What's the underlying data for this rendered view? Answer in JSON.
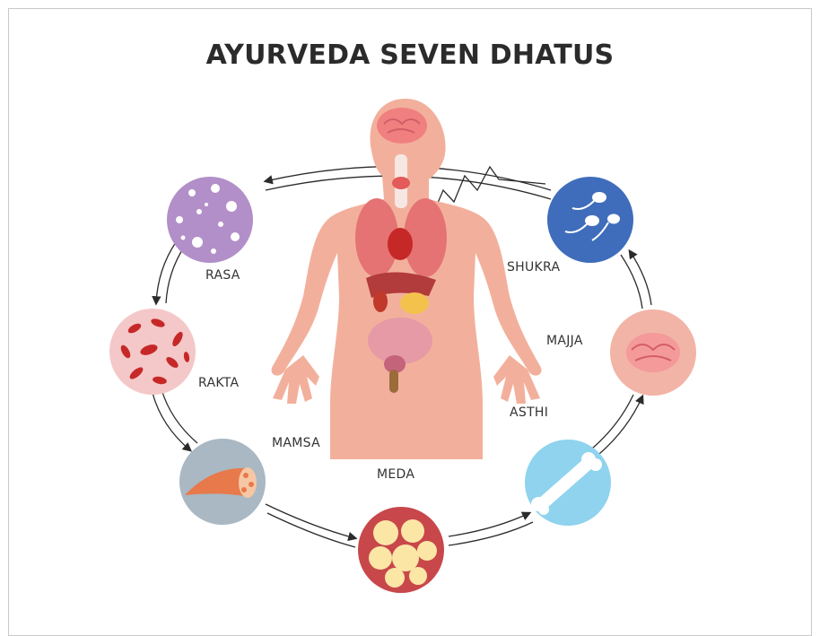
{
  "title": "AYURVEDA SEVEN DHATUS",
  "dhatus": [
    {
      "label": "RASA",
      "icon": "plasma-bubbles-icon",
      "color": "#b28fc8"
    },
    {
      "label": "RAKTA",
      "icon": "red-blood-cells-icon",
      "color": "#f4c8c8"
    },
    {
      "label": "MAMSA",
      "icon": "muscle-fiber-icon",
      "color": "#a9b8c2"
    },
    {
      "label": "MEDA",
      "icon": "fat-cells-icon",
      "color": "#c8474a"
    },
    {
      "label": "ASTHI",
      "icon": "bone-icon",
      "color": "#8fd3ee"
    },
    {
      "label": "MAJJA",
      "icon": "brain-marrow-icon",
      "color": "#f2b4a6"
    },
    {
      "label": "SHUKRA",
      "icon": "sperm-cells-icon",
      "color": "#3f6dbb"
    }
  ],
  "center_figure": "human-body-organs-icon"
}
